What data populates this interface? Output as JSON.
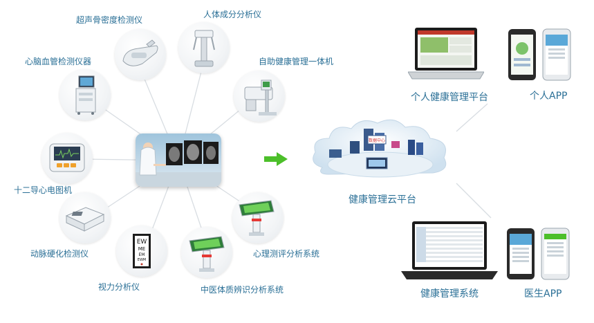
{
  "devices": [
    {
      "id": "bone",
      "label": "超声骨密度检测仪"
    },
    {
      "id": "body",
      "label": "人体成分分析仪"
    },
    {
      "id": "cardio",
      "label": "心脑血管检测仪器"
    },
    {
      "id": "kiosk",
      "label": "自助健康管理一体机"
    },
    {
      "id": "ecg",
      "label": "十二导心电图机"
    },
    {
      "id": "artery",
      "label": "动脉硬化检测仪"
    },
    {
      "id": "vision",
      "label": "视力分析仪"
    },
    {
      "id": "tcm",
      "label": "中医体质辨识分析系统"
    },
    {
      "id": "psych",
      "label": "心理测评分析系统"
    }
  ],
  "cloud": {
    "label": "健康管理云平台",
    "server_text": "数据中心"
  },
  "outputs": [
    {
      "id": "personal_platform",
      "label": "个人健康管理平台"
    },
    {
      "id": "personal_app",
      "label": "个人APP"
    },
    {
      "id": "mgmt_system",
      "label": "健康管理系统"
    },
    {
      "id": "doctor_app",
      "label": "医生APP"
    }
  ],
  "colors": {
    "label": "#2a6f96",
    "arrow": "#4cbf2a",
    "line": "#d8dde2",
    "cloud": "#dbe9f4"
  }
}
